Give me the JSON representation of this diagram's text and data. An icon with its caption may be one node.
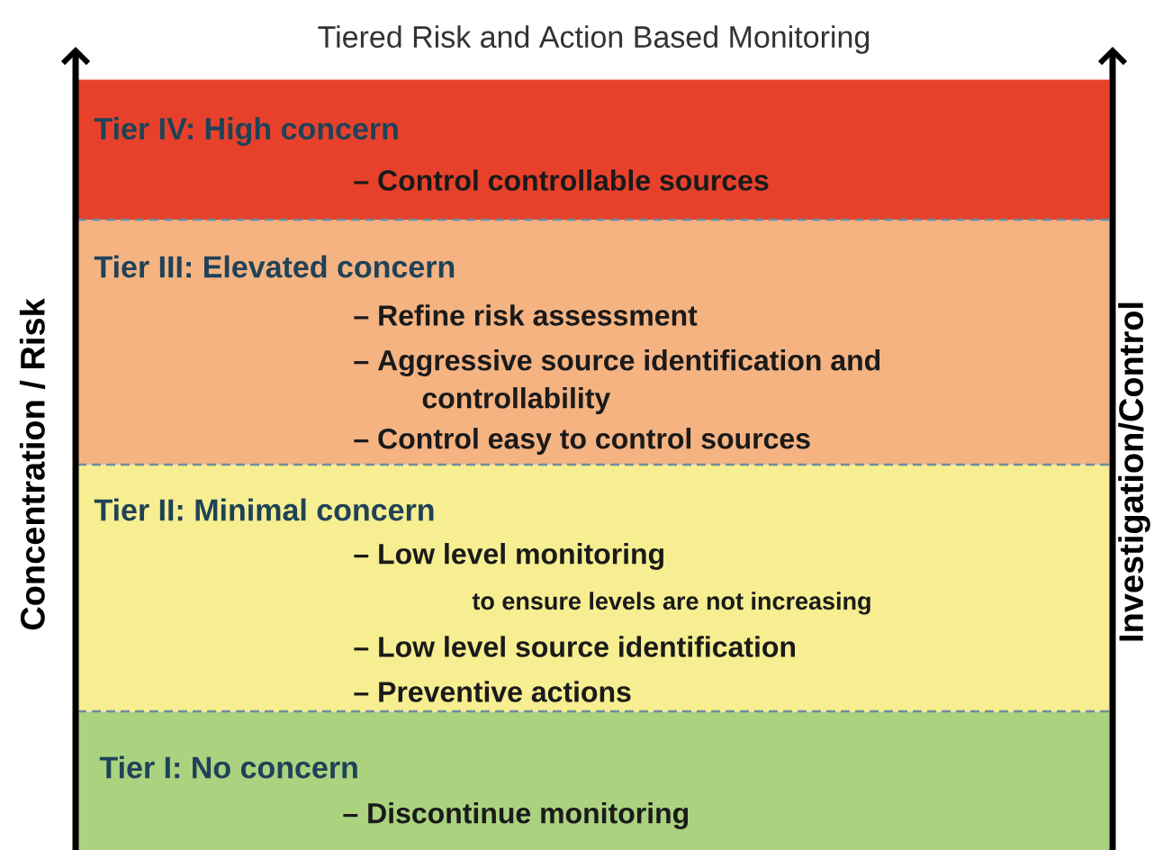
{
  "diagram": {
    "title": "Tiered Risk and Action Based Monitoring",
    "nodes": [
      {
        "text": [
          "Tier IV: High concern",
          "– Control controllable sources"
        ]
      },
      {
        "text": [
          "Tier III: Elevated concern",
          "– Refine risk assessment",
          "– Aggressive source identification and controllability",
          "– Control easy to control sources"
        ]
      },
      {
        "text": [
          "Tier II: Minimal concern",
          "– Low level monitoring",
          "to ensure levels are not increasing",
          "– Low level source identification",
          "– Preventive actions"
        ]
      },
      {
        "text": [
          "Tier I: No concern",
          "– Discontinue monitoring"
        ]
      }
    ],
    "labels": [
      "Concentration / Risk",
      "Investigation/Control"
    ]
  }
}
